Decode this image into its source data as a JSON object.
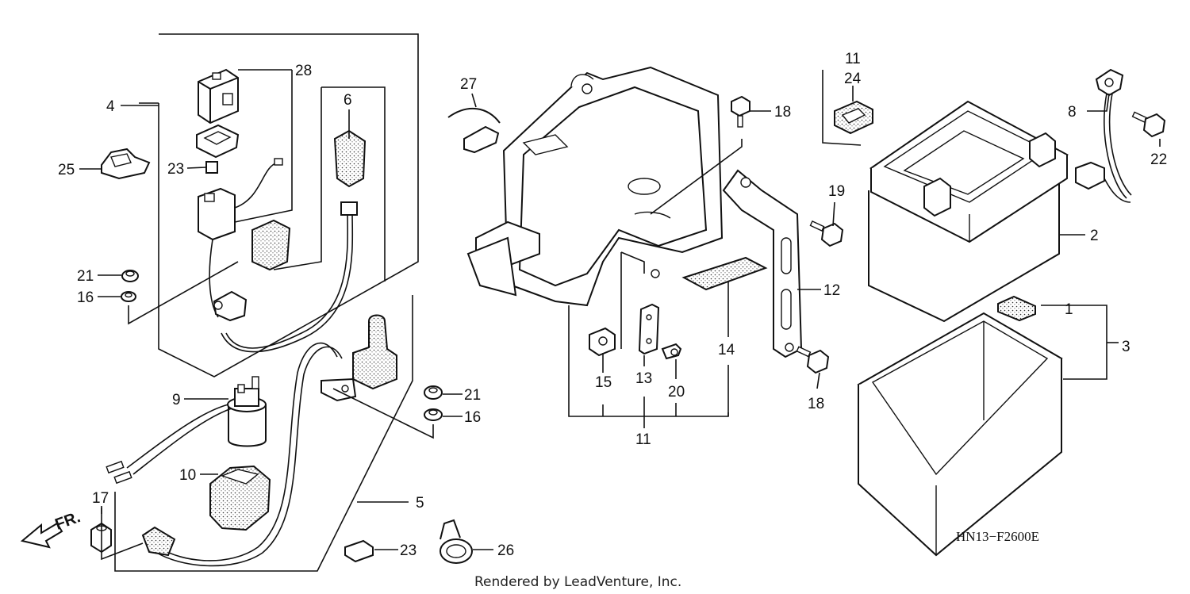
{
  "diagram": {
    "code": "HN13−F2600E",
    "credit": "Rendered by LeadVenture, Inc.",
    "direction_label": "FR."
  },
  "callouts": {
    "c1": "1",
    "c2": "2",
    "c3": "3",
    "c4": "4",
    "c5": "5",
    "c6": "6",
    "c8": "8",
    "c9": "9",
    "c10": "10",
    "c11a": "11",
    "c11b": "11",
    "c12": "12",
    "c13": "13",
    "c14": "14",
    "c15": "15",
    "c16a": "16",
    "c16b": "16",
    "c17": "17",
    "c18a": "18",
    "c18b": "18",
    "c19": "19",
    "c20": "20",
    "c21a": "21",
    "c21b": "21",
    "c22": "22",
    "c23a": "23",
    "c23b": "23",
    "c24": "24",
    "c25": "25",
    "c26": "26",
    "c27": "27",
    "c28": "28"
  }
}
